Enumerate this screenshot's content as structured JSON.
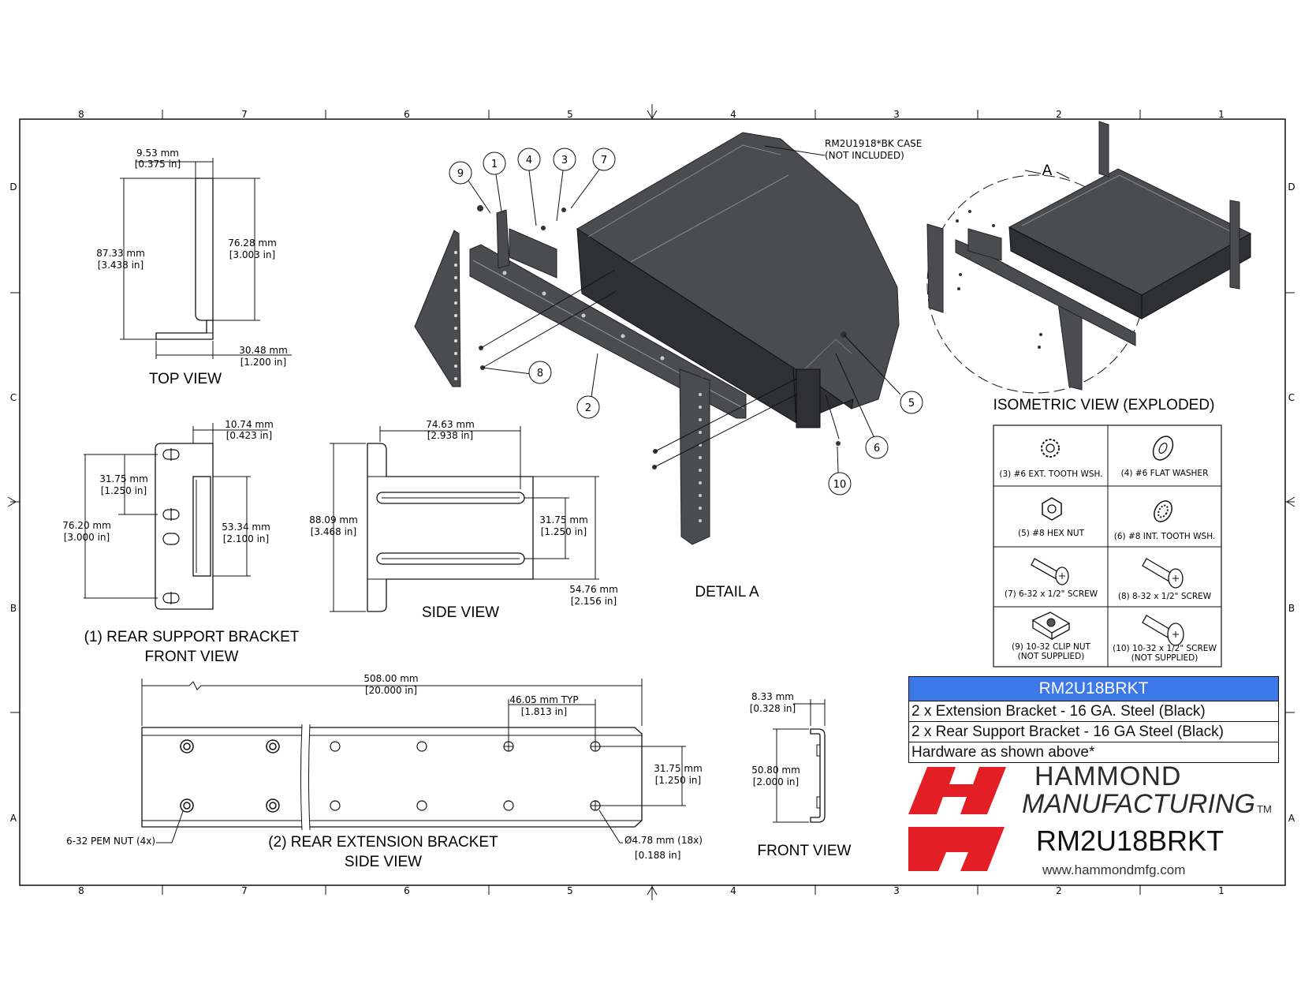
{
  "grid": {
    "columns": [
      "8",
      "7",
      "6",
      "5",
      "4",
      "3",
      "2",
      "1"
    ],
    "rows": [
      "D",
      "C",
      "B",
      "A"
    ]
  },
  "top_view": {
    "title": "TOP VIEW",
    "dims": [
      {
        "mm": "9.53 mm",
        "in": "[0.375 in]"
      },
      {
        "mm": "87.33 mm",
        "in": "[3.438 in]"
      },
      {
        "mm": "76.28 mm",
        "in": "[3.003 in]"
      },
      {
        "mm": "30.48 mm",
        "in": "[1.200 in]"
      }
    ]
  },
  "rear_support": {
    "title_line1": "(1) REAR SUPPORT BRACKET",
    "title_line2": "FRONT VIEW",
    "dims": [
      {
        "mm": "10.74 mm",
        "in": "[0.423 in]"
      },
      {
        "mm": "31.75 mm",
        "in": "[1.250 in]"
      },
      {
        "mm": "76.20 mm",
        "in": "[3.000 in]"
      },
      {
        "mm": "53.34 mm",
        "in": "[2.100 in]"
      }
    ]
  },
  "side_view": {
    "title": "SIDE VIEW",
    "dims": [
      {
        "mm": "74.63 mm",
        "in": "[2.938 in]"
      },
      {
        "mm": "88.09 mm",
        "in": "[3.468 in]"
      },
      {
        "mm": "31.75 mm",
        "in": "[1.250 in]"
      },
      {
        "mm": "54.76 mm",
        "in": "[2.156 in]"
      }
    ]
  },
  "detail": {
    "title": "DETAIL  A",
    "case_note_line1": "RM2U1918*BK CASE",
    "case_note_line2": "(NOT INCLUDED)",
    "balloons": [
      "9",
      "1",
      "4",
      "3",
      "7",
      "8",
      "2",
      "5",
      "6",
      "10"
    ]
  },
  "isometric": {
    "title": "ISOMETRIC VIEW (EXPLODED)",
    "detail_letter": "A"
  },
  "hardware": [
    {
      "line1": "(3) #6 EXT. TOOTH WSH.",
      "line2": "",
      "icon": "ext-tooth-washer-icon"
    },
    {
      "line1": "(4) #6 FLAT WASHER",
      "line2": "",
      "icon": "flat-washer-icon"
    },
    {
      "line1": "(5) #8 HEX NUT",
      "line2": "",
      "icon": "hex-nut-icon"
    },
    {
      "line1": "(6) #8 INT. TOOTH WSH.",
      "line2": "",
      "icon": "int-tooth-washer-icon"
    },
    {
      "line1": "(7) 6-32 x 1/2\" SCREW",
      "line2": "",
      "icon": "screw-icon"
    },
    {
      "line1": "(8) 8-32 x 1/2\" SCREW",
      "line2": "",
      "icon": "screw-icon"
    },
    {
      "line1": "(9) 10-32 CLIP NUT",
      "line2": "(NOT SUPPLIED)",
      "icon": "clip-nut-icon"
    },
    {
      "line1": "(10) 10-32 x 1/2\" SCREW",
      "line2": "(NOT SUPPLIED)",
      "icon": "screw-icon"
    }
  ],
  "extension": {
    "title_line1": "(2) REAR EXTENSION BRACKET",
    "title_line2": "SIDE VIEW",
    "dims": [
      {
        "mm": "508.00 mm",
        "in": "[20.000 in]"
      },
      {
        "mm": "46.05 mm TYP",
        "in": "[1.813 in]"
      },
      {
        "mm": "31.75 mm",
        "in": "[1.250 in]"
      }
    ],
    "pem_note": "6-32 PEM NUT (4x)",
    "hole_note_line1": "Ø4.78 mm (18x)",
    "hole_note_line2": "[0.188 in]"
  },
  "front_view": {
    "title": "FRONT VIEW",
    "dims": [
      {
        "mm": "8.33 mm",
        "in": "[0.328 in]"
      },
      {
        "mm": "50.80 mm",
        "in": "[2.000 in]"
      }
    ]
  },
  "title_block": {
    "part_number": "RM2U18BRKT",
    "rows": [
      "2 x Extension Bracket - 16 GA. Steel (Black)",
      "2 x Rear Support Bracket - 16 GA Steel (Black)",
      "Hardware as shown above*"
    ],
    "header_color": "#3d78e8"
  },
  "brand": {
    "name_line1": "HAMMOND",
    "name_line2": "MANUFACTURING",
    "tm": "TM",
    "part": "RM2U18BRKT",
    "url": "www.hammondmfg.com",
    "logo_color": "#e31e24"
  }
}
